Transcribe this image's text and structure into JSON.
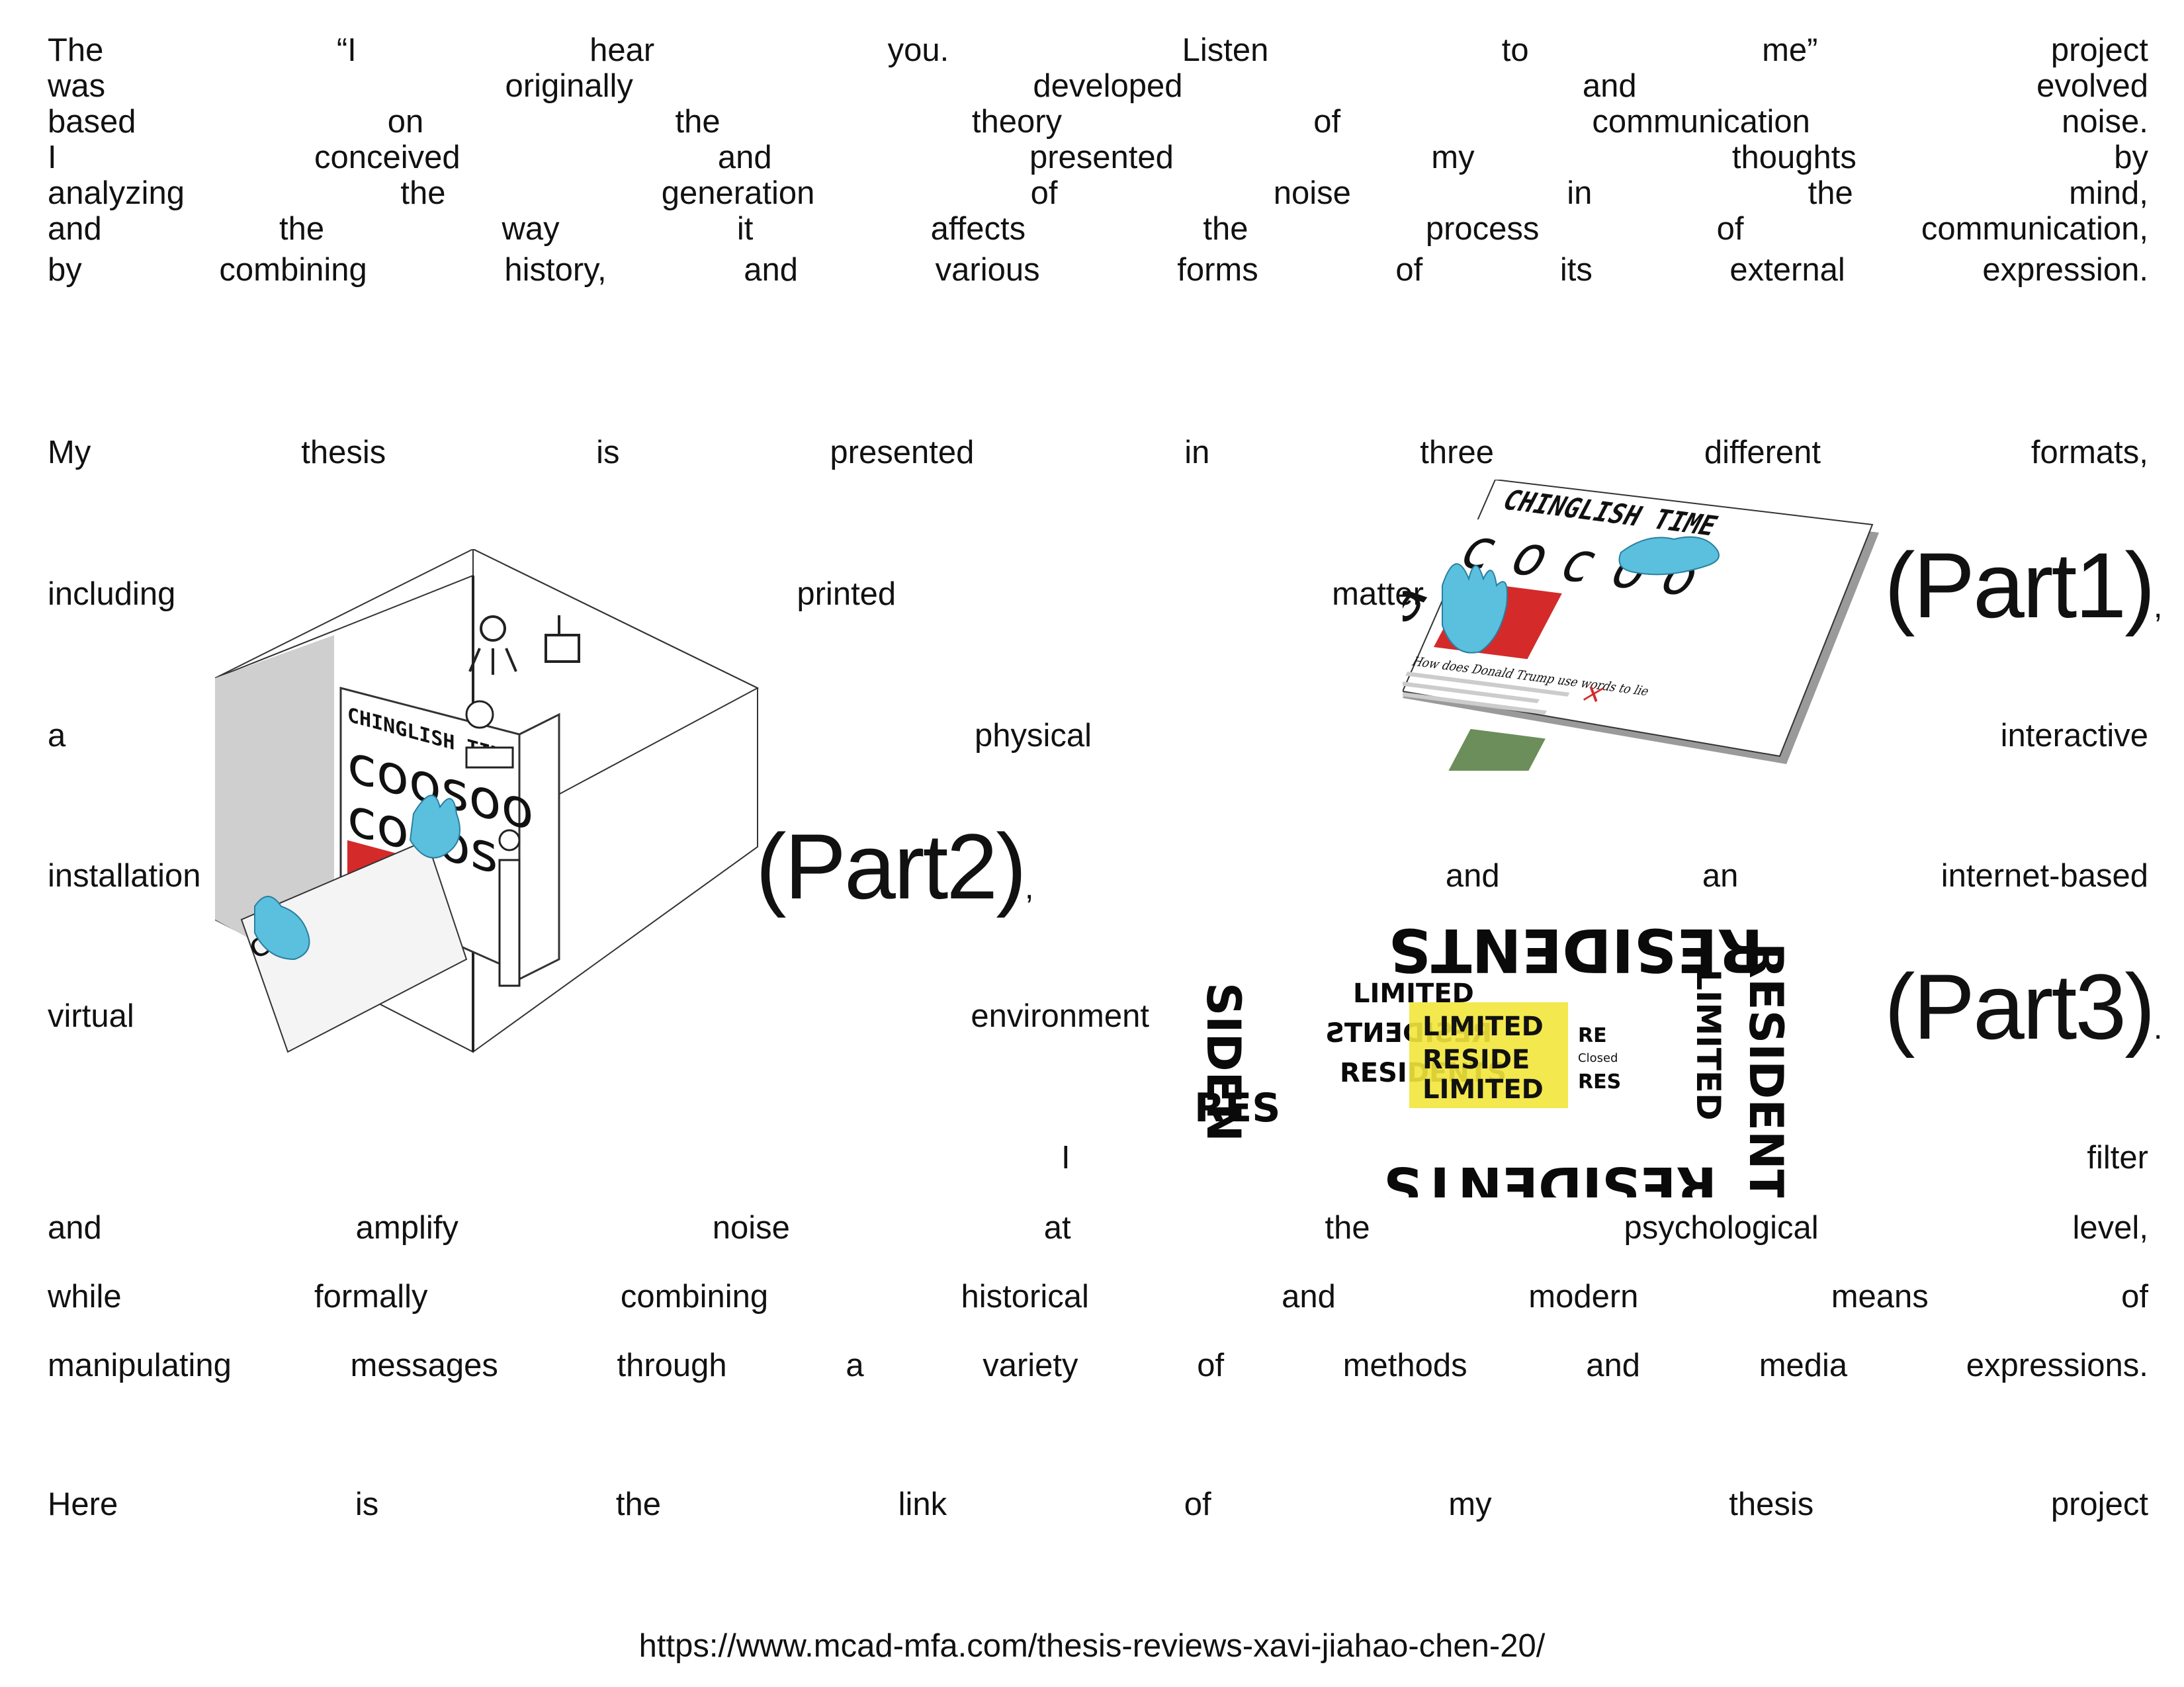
{
  "paragraph1": [
    "The “I hear you. Listen to me” project",
    "was originally developed and evolved",
    "based on the theory of communication noise.",
    "I conceived and presented my thoughts by",
    "analyzing the generation of noise in the mind,",
    "and the way it affects the process of communication,",
    "by combining history, and various forms of its external expression."
  ],
  "paragraph2": {
    "line1": "My thesis is presented in three different formats,",
    "line2_a": "including",
    "line2_b": "printed",
    "line2_c": "matter",
    "part1": "(Part1)",
    "line3_a": "a",
    "line3_b": "physical",
    "line3_c": "interactive",
    "line4_a": "installation",
    "part2": "(Part2)",
    "line4_b": "and",
    "line4_c": "an",
    "line4_d": "internet-based",
    "line5_a": "virtual",
    "line5_b": "environment",
    "part3": "(Part3)",
    "line6_a": "I",
    "line6_b": "filter",
    "line7": "and amplify noise at the psychological level,",
    "line8": "while formally combining historical and modern means of",
    "line9": "manipulating messages through a variety of methods and media expressions."
  },
  "paragraph3": {
    "line1": "Here is the link of my thesis project",
    "url": "https://www.mcad-mfa.com/thesis-reviews-xavi-jiahao-chen-20/"
  },
  "images": {
    "newspaper_masthead": "CHINGLISH TIME",
    "newspaper_headline": "How does Donald Trump use words to lie",
    "env_word_residents": "RESIDENTS",
    "env_word_limited": "LIMITED",
    "env_word_closed": "Closed",
    "glove_color": "#5bc0de",
    "red_block_color": "#d42a2a",
    "yellow_block_color": "#f2e63a"
  }
}
